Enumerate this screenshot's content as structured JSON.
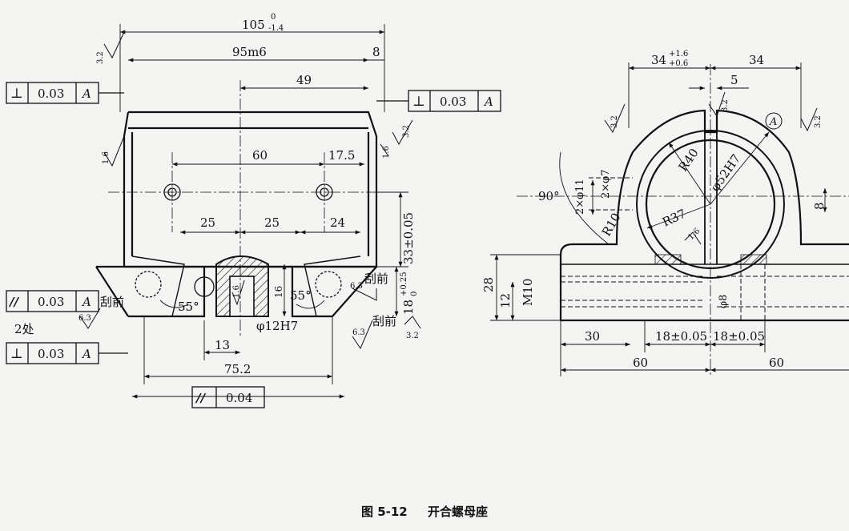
{
  "caption": {
    "figure_no": "图 5-12",
    "title": "开合螺母座"
  },
  "left_view": {
    "dims": {
      "overall": "105",
      "overall_tol_upper": "0",
      "overall_tol_lower": "-1.4",
      "width": "95m6",
      "right_step": "8",
      "d49": "49",
      "d60": "60",
      "d17_5": "17.5",
      "d25a": "25",
      "d25b": "25",
      "d24": "24",
      "height": "33±0.05",
      "slot_h": "18",
      "slot_h_tol_upper": "+0.25",
      "slot_h_tol_lower": "0",
      "slot_depth": "16",
      "angle_left": "55°",
      "angle_right": "55°",
      "bore": "φ12H7",
      "d13": "13",
      "d75_2": "75.2"
    },
    "roughness": [
      "3.2",
      "1.6",
      "1.6",
      "3.2",
      "6.3",
      "6.3",
      "6.3",
      "3.2",
      "1.6"
    ],
    "notes": {
      "scrape": "刮前",
      "two_places": "2处"
    },
    "frames": {
      "perp_top_left": {
        "symbol": "⊥",
        "value": "0.03",
        "datum": "A"
      },
      "perp_top_right": {
        "symbol": "⊥",
        "value": "0.03",
        "datum": "A"
      },
      "parallel_left": {
        "symbol": "//",
        "value": "0.03",
        "datum": "A"
      },
      "perp_bottom_left": {
        "symbol": "⊥",
        "value": "0.03",
        "datum": "A"
      },
      "parallel_bottom": {
        "symbol": "//",
        "value": "0.04"
      }
    }
  },
  "right_view": {
    "dims": {
      "w_left": "34",
      "w_left_tol_upper": "+1.6",
      "w_left_tol_lower": "+0.6",
      "w_right": "34",
      "slot_w": "5",
      "r40": "R40",
      "bore": "φ52H7",
      "hole_11": "2×φ11",
      "hole_7": "2×φ7",
      "r37": "R37",
      "r10": "R10",
      "angle": "90°",
      "datum": "A",
      "d8": "8",
      "d28": "28",
      "d12": "12",
      "m10": "M10",
      "d30": "30",
      "d18a": "18±0.05",
      "d18b": "18±0.05",
      "phi8": "φ8",
      "d60a": "60",
      "d60b": "60"
    },
    "roughness": [
      "3.2",
      "3.2",
      "3.2",
      "1.6"
    ]
  }
}
